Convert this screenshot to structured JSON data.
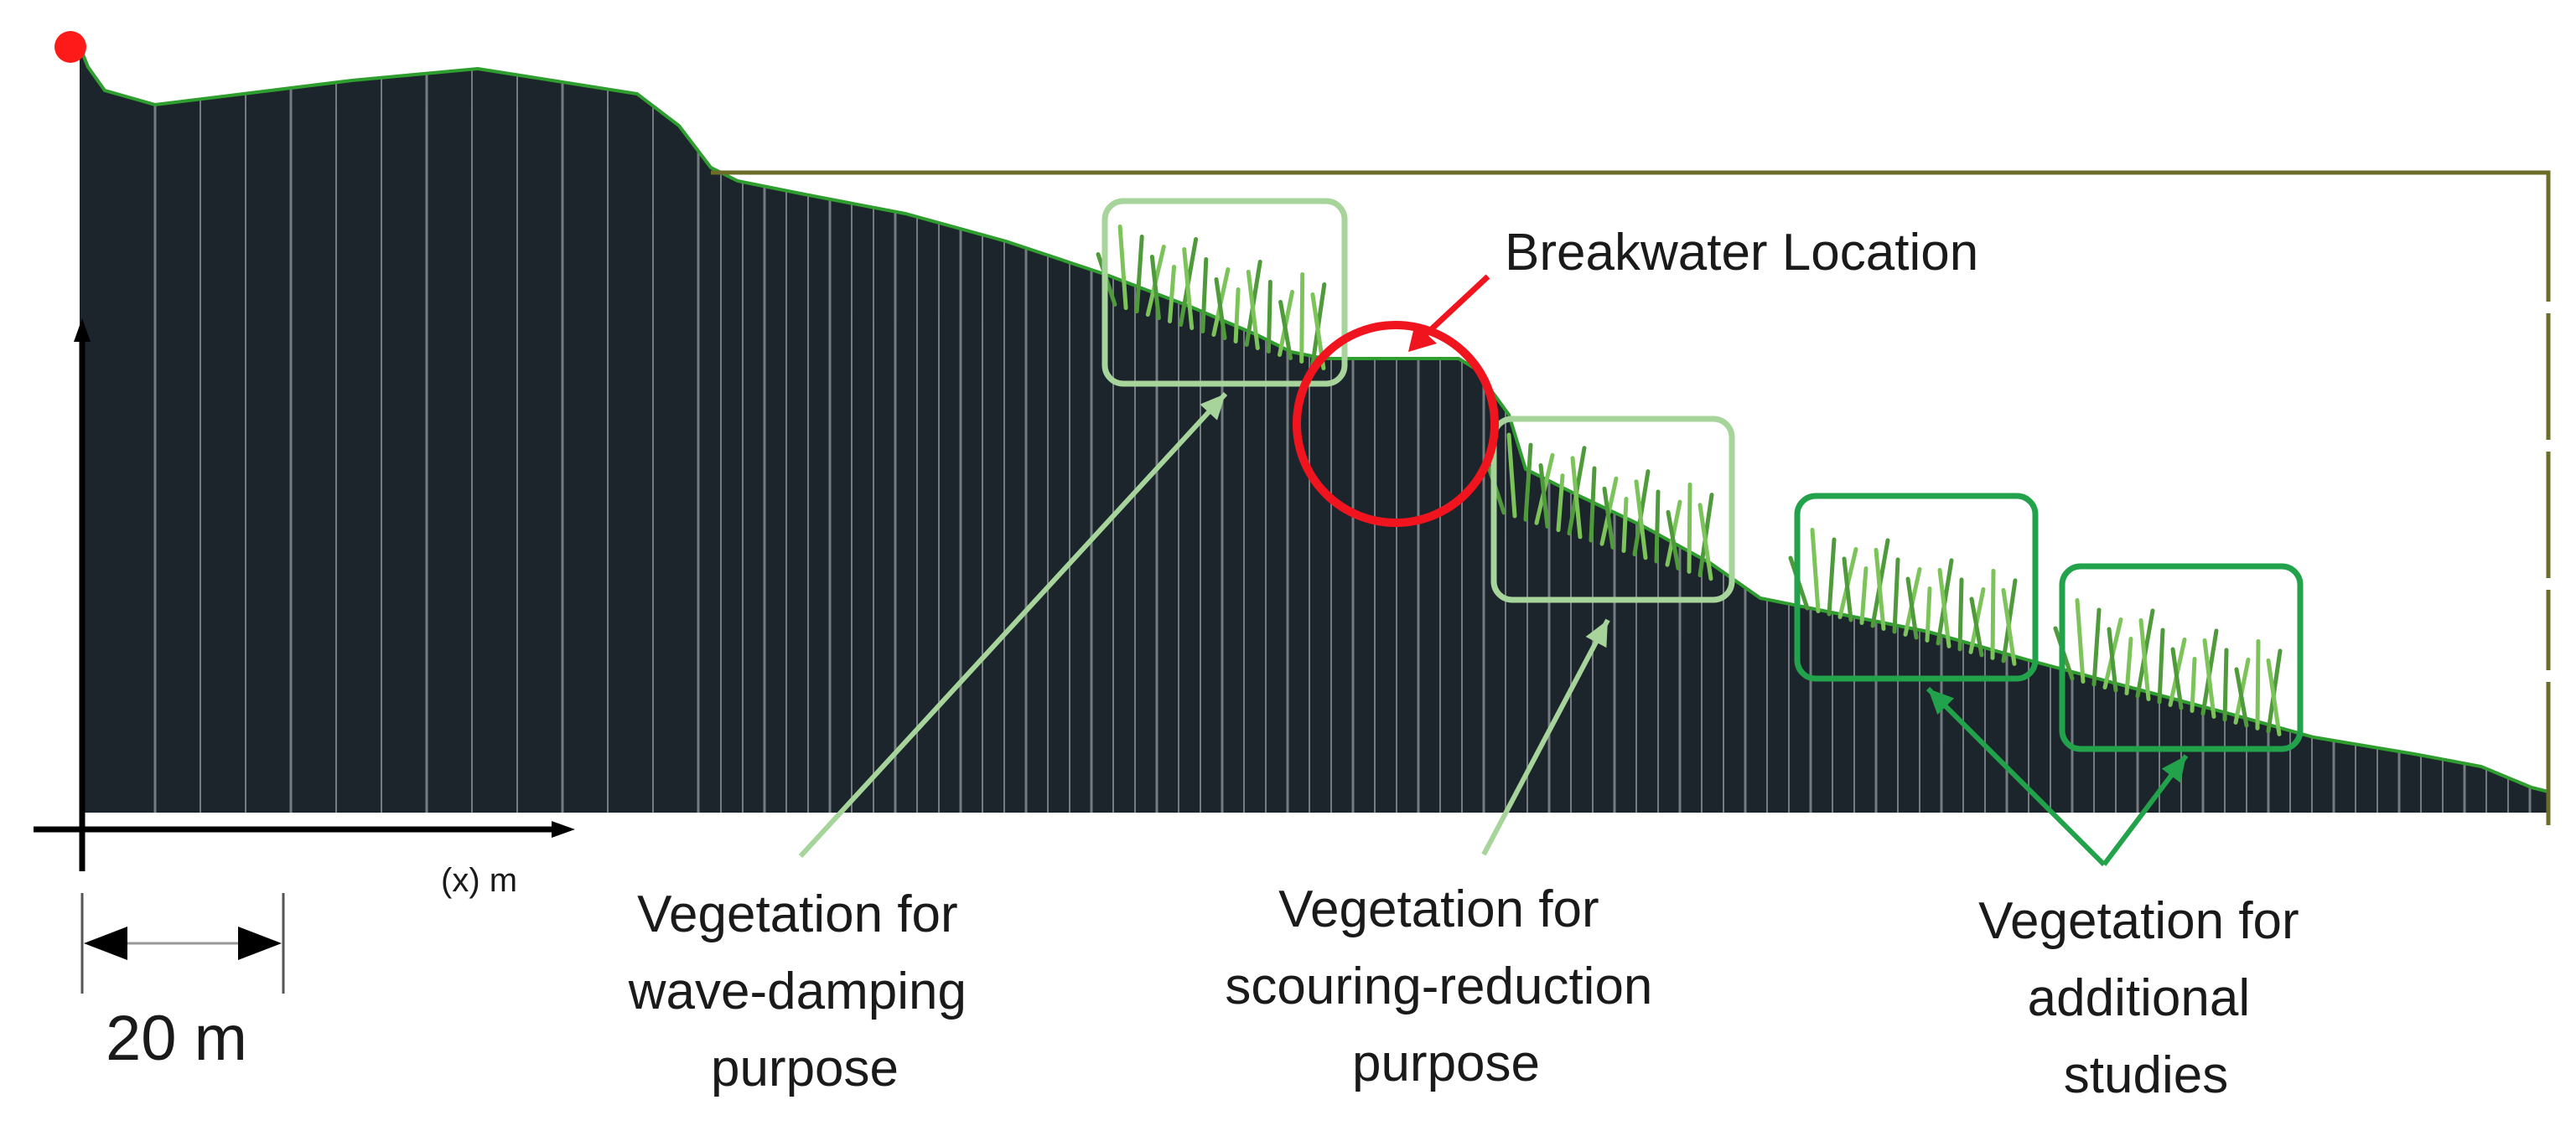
{
  "labels": {
    "breakwater": "Breakwater Location",
    "x_axis": "(x) m",
    "scale": "20 m",
    "wave_damping": [
      "Vegetation for",
      "wave-damping",
      "purpose"
    ],
    "scouring_reduction": [
      "Vegetation for",
      "scouring-reduction",
      "purpose"
    ],
    "additional_studies": [
      "Vegetation for",
      "additional",
      "studies"
    ]
  },
  "colors": {
    "terrain": "#1d252c",
    "terrain_edge": "#2e9e2e",
    "water_line": "#6d6d2a",
    "slice_line": "#8a9197",
    "breakwater_marker": "#f0141e",
    "veg_box_light": "#a6d49a",
    "veg_box_dark": "#22a24a",
    "grass_light": "#7cc45a",
    "grass_dark": "#4f9a3a",
    "axis": "#000000",
    "point": "#ff1a1a"
  }
}
